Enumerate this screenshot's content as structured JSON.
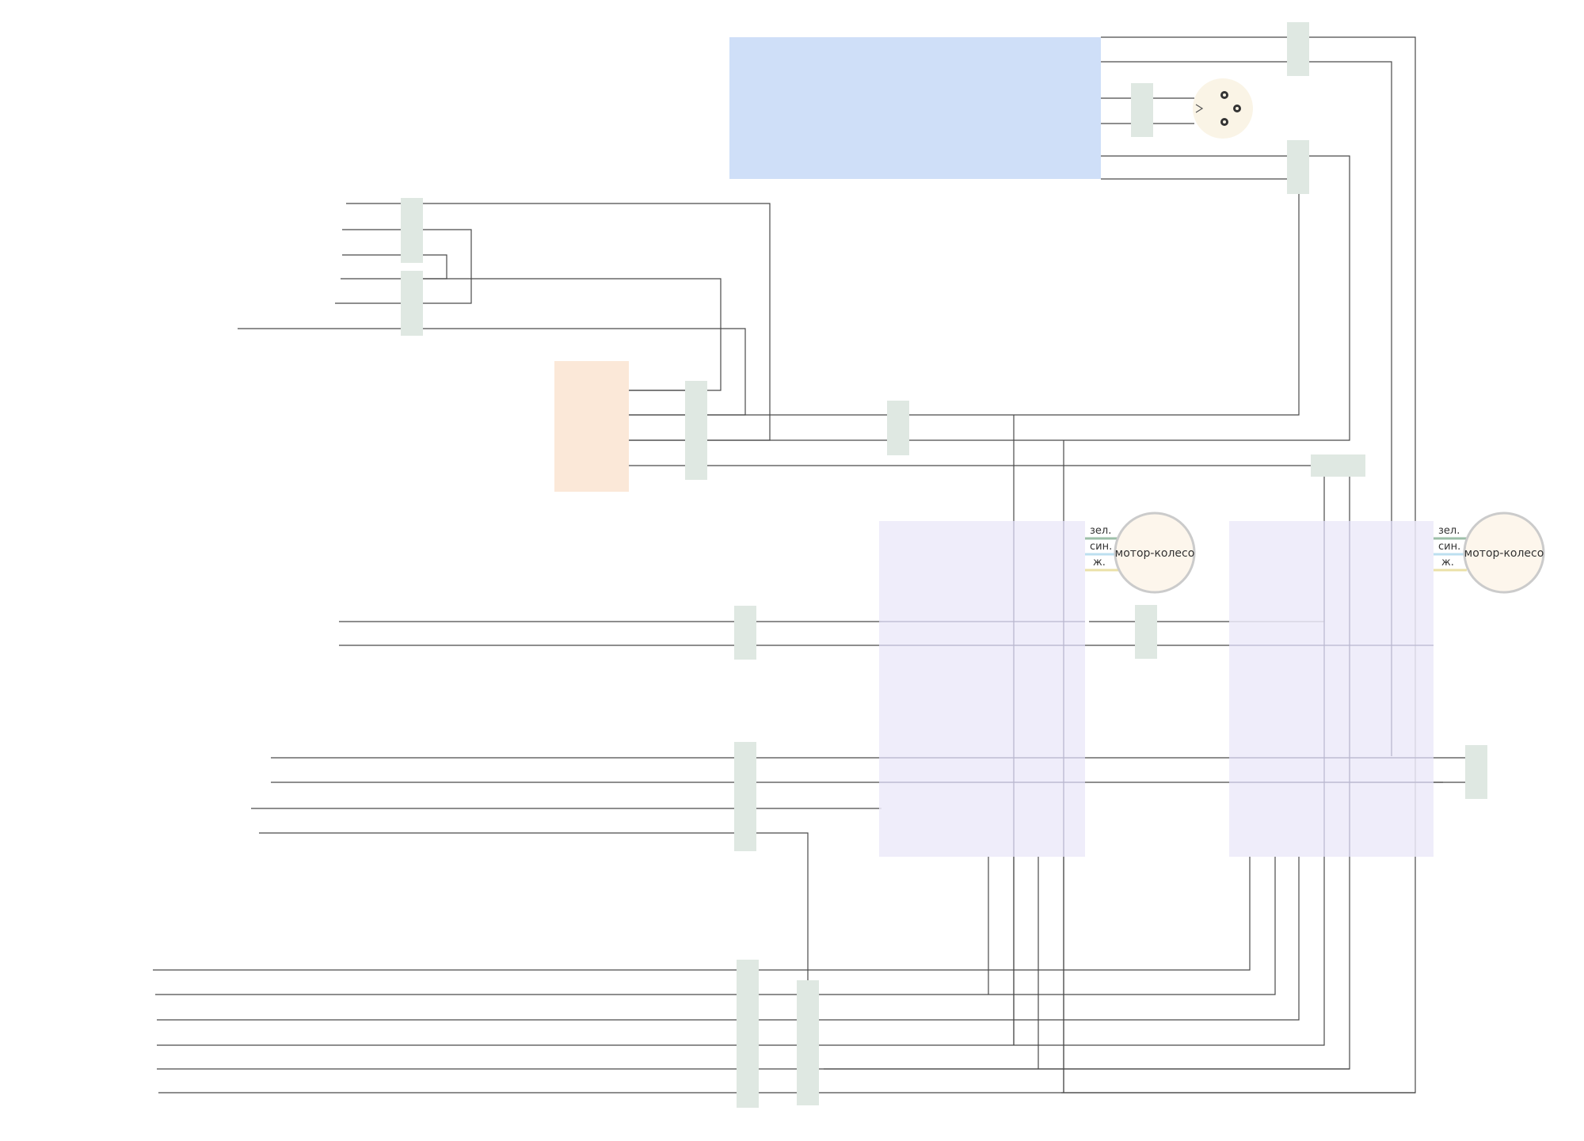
{
  "colors": {
    "battery_block": "#cfdff8",
    "orange_block": "#fbe8d8",
    "controller_block": "#eceaf9",
    "connector": "#dfe8e2",
    "motor_fill": "#fdf6ec",
    "motor_stroke": "#cbcbcb",
    "socket_fill": "#faf4e6",
    "phase_green": "#9dbfa8",
    "phase_blue": "#bcdff0",
    "phase_yellow": "#ebe1a8"
  },
  "motors": [
    {
      "label": "мотор-колесо",
      "phases": [
        "зел.",
        "син.",
        "ж."
      ]
    },
    {
      "label": "мотор-колесо",
      "phases": [
        "зел.",
        "син.",
        "ж."
      ]
    }
  ],
  "icons": {
    "socket": "three-pin-power-socket-icon"
  }
}
